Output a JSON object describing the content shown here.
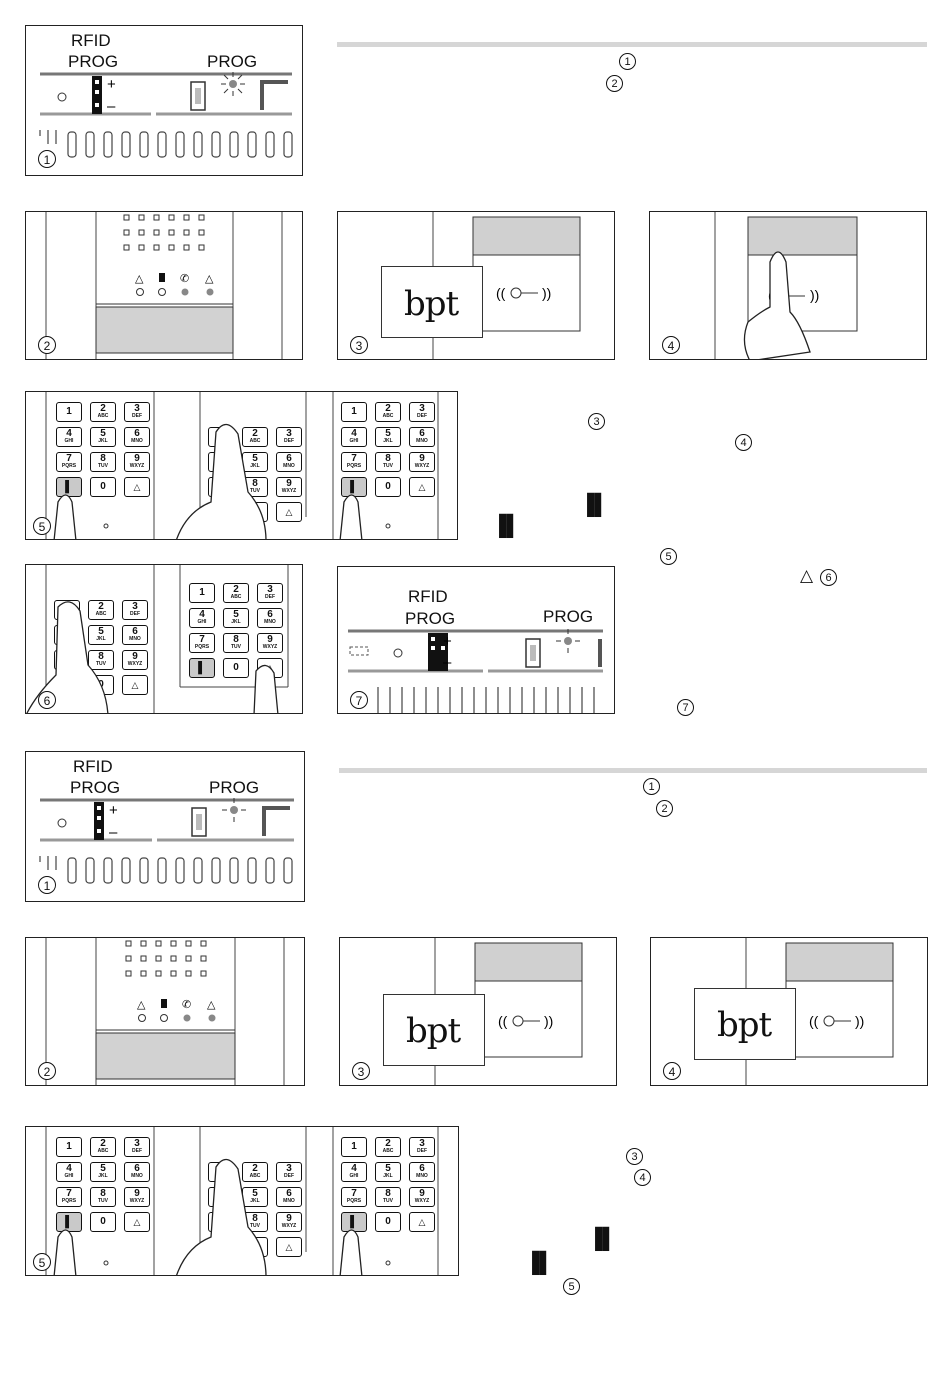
{
  "labels": {
    "rfid": "RFID",
    "prog": "PROG",
    "prog2": "PROG",
    "plus": "+",
    "minus": "–",
    "brand": "bpt"
  },
  "steps": [
    "1",
    "2",
    "3",
    "4",
    "5",
    "6",
    "7"
  ],
  "keypad": {
    "keys": [
      {
        "n": "1",
        "s": ""
      },
      {
        "n": "2",
        "s": "ABC"
      },
      {
        "n": "3",
        "s": "DEF"
      },
      {
        "n": "4",
        "s": "GHI"
      },
      {
        "n": "5",
        "s": "JKL"
      },
      {
        "n": "6",
        "s": "MNO"
      },
      {
        "n": "7",
        "s": "PQRS"
      },
      {
        "n": "8",
        "s": "TUV"
      },
      {
        "n": "9",
        "s": "WXYZ"
      },
      {
        "n": "",
        "s": "door"
      },
      {
        "n": "0",
        "s": ""
      },
      {
        "n": "",
        "s": "bell"
      }
    ]
  },
  "icons": {
    "door": "door-key-icon",
    "bell": "bell-icon",
    "key": "key-icon",
    "led": "led-icon",
    "finger": "finger-icon"
  }
}
